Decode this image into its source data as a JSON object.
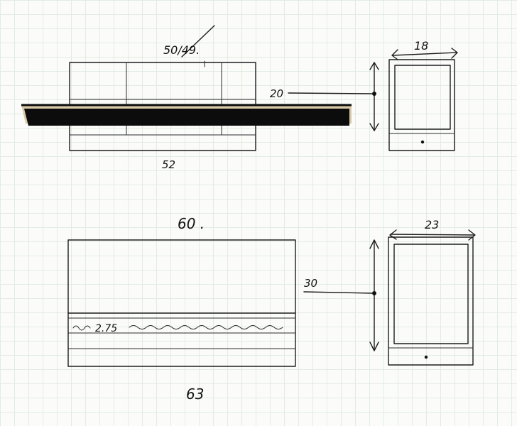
{
  "top_front": {
    "width_label": "50/49.",
    "bottom_label": "52",
    "caption": "60 ."
  },
  "top_side": {
    "width_label": "18",
    "depth_label": "20"
  },
  "bottom_front": {
    "strip_label": "2.75",
    "caption": "63"
  },
  "bottom_side": {
    "width_label": "23",
    "depth_label": "30"
  },
  "colors": {
    "ink": "#1c1c1c",
    "grid": "#e3ebe3",
    "paper": "#fbfcfa"
  }
}
